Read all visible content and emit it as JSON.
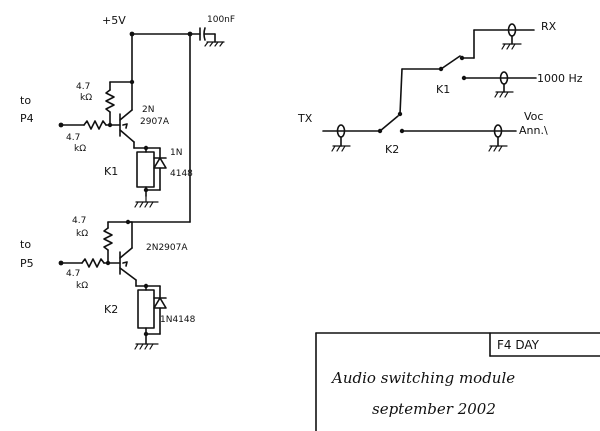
{
  "power": {
    "label": "+5V",
    "cap": "100nF"
  },
  "left_top": {
    "input_to": "to",
    "input_name": "P4",
    "r_base_value": "4.7",
    "r_base_unit": "kΩ",
    "r_pull_value": "4.7",
    "r_pull_unit": "kΩ",
    "transistor_line1": "2N",
    "transistor_line2": "2907A",
    "relay": "K1",
    "diode_line1": "1N",
    "diode_line2": "4148"
  },
  "left_bottom": {
    "input_to": "to",
    "input_name": "P5",
    "r_base_value": "4.7",
    "r_base_unit": "kΩ",
    "r_pull_value": "4.7",
    "r_pull_unit": "kΩ",
    "transistor": "2N2907A",
    "relay": "K2",
    "diode": "1N4148"
  },
  "right": {
    "rx": "RX",
    "tone": "1000 Hz",
    "tx": "TX",
    "k1": "K1",
    "k2": "K2",
    "voc_line1": "Voc",
    "voc_line2": "Ann.\\"
  },
  "title_block": {
    "author": "F4 DAY",
    "title": "Audio switching module",
    "date": "september 2002"
  }
}
